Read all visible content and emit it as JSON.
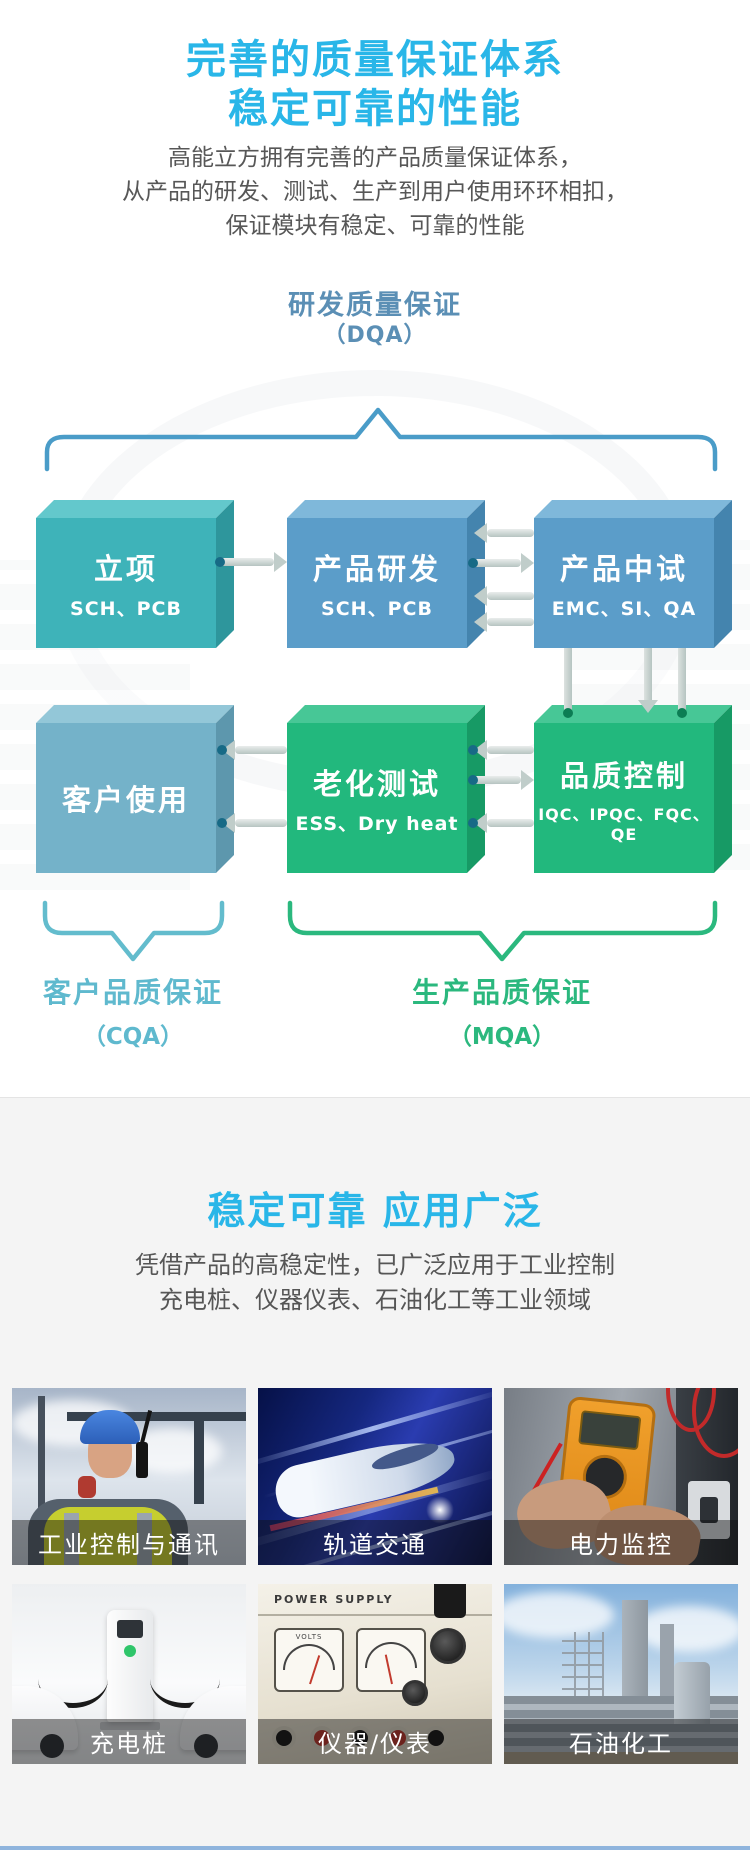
{
  "accent": {
    "cyan": "#29b6e8"
  },
  "section1": {
    "title_lines": [
      "完善的质量保证体系",
      "稳定可靠的性能"
    ],
    "intro_lines": [
      "高能立方拥有完善的产品质量保证体系，",
      "从产品的研发、测试、生产到用户使用环环相扣，",
      "保证模块有稳定、可靠的性能"
    ],
    "dqa": {
      "label": "研发质量保证",
      "abbr": "（DQA）",
      "color": "#5b8fb5",
      "bracket_color": "#4a9cc8"
    },
    "cqa": {
      "label": "客户品质保证",
      "abbr": "（CQA）",
      "color": "#5fb9ce",
      "bracket_color": "#63bccd"
    },
    "mqa": {
      "label": "生产品质保证",
      "abbr": "（MQA）",
      "color": "#2bb87e",
      "bracket_color": "#2bb87e"
    },
    "boxes": [
      {
        "title": "立项",
        "subtitle": "SCH、PCB",
        "front": "#3eb3b9",
        "top": "#63c8cc",
        "side": "#2e969c"
      },
      {
        "title": "产品研发",
        "subtitle": "SCH、PCB",
        "front": "#5b9dc9",
        "top": "#7fb8da",
        "side": "#4484ae"
      },
      {
        "title": "产品中试",
        "subtitle": "EMC、SI、QA",
        "front": "#5b9dc9",
        "top": "#7fb8da",
        "side": "#4484ae"
      },
      {
        "title": "客户使用",
        "subtitle": "",
        "front": "#74b2c9",
        "top": "#93c7d8",
        "side": "#5d97ad"
      },
      {
        "title": "老化测试",
        "subtitle": "ESS、Dry heat",
        "front": "#22b87d",
        "top": "#47c796",
        "side": "#179a65"
      },
      {
        "title": "品质控制",
        "subtitle": "IQC、IPQC、FQC、QE",
        "front": "#22b87d",
        "top": "#47c796",
        "side": "#179a65"
      }
    ]
  },
  "section2": {
    "title": "稳定可靠 应用广泛",
    "intro_lines": [
      "凭借产品的高稳定性，已广泛应用于工业控制",
      "充电桩、仪器仪表、石油化工等工业领域"
    ],
    "cards": [
      {
        "label": "工业控制与通讯"
      },
      {
        "label": "轨道交通"
      },
      {
        "label": "电力监控"
      },
      {
        "label": "充电桩"
      },
      {
        "label": "仪器/仪表",
        "photo_text": "POWER SUPPLY",
        "meter_text": "VOLTS"
      },
      {
        "label": "石油化工"
      }
    ]
  },
  "footer_strip_color": "#8fb4dd"
}
